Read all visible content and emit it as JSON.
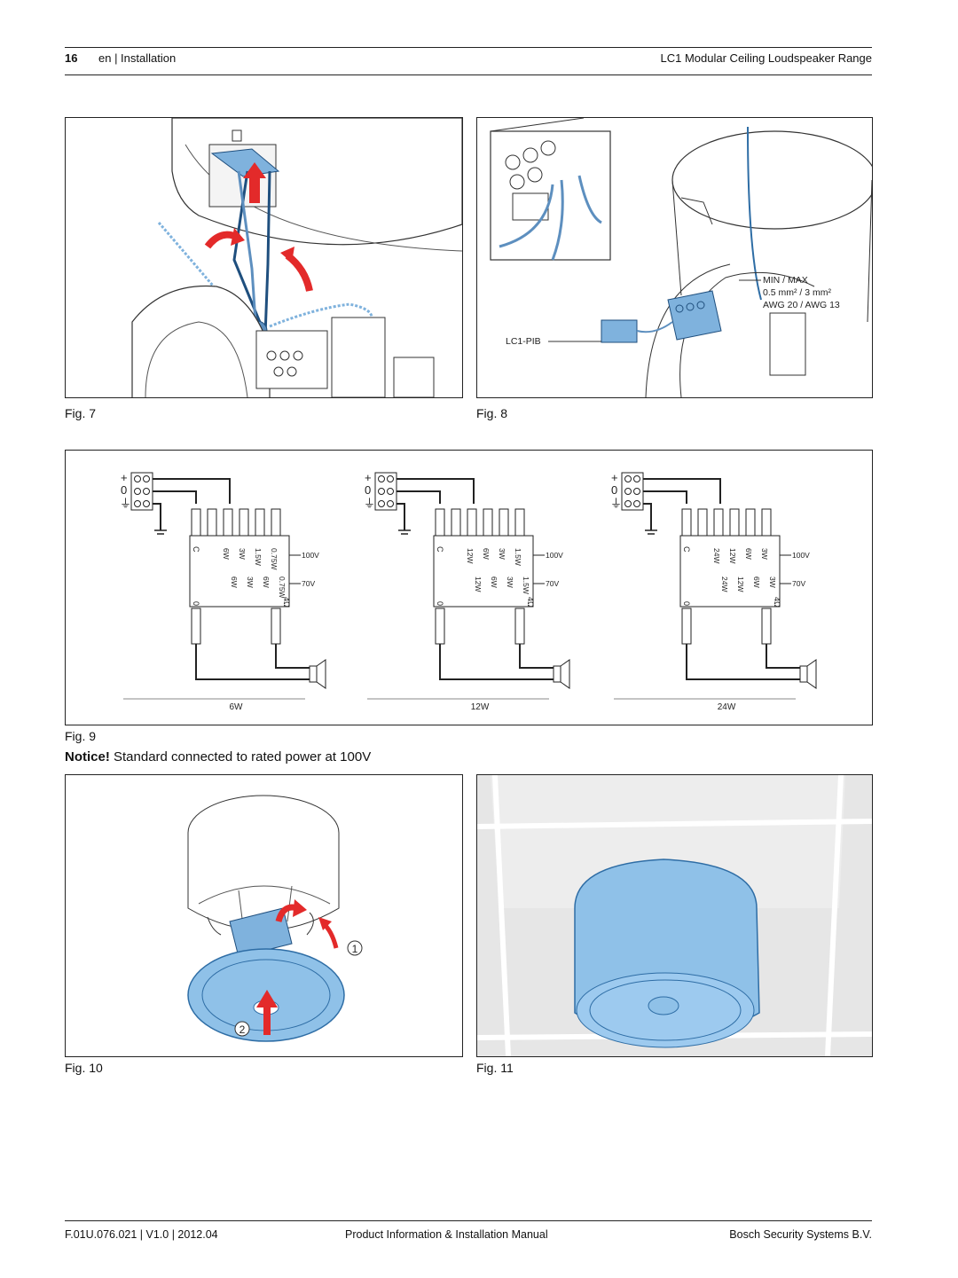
{
  "header": {
    "page_number": "16",
    "section": "en | Installation",
    "doc_title": "LC1 Modular Ceiling Loudspeaker Range"
  },
  "figures": {
    "fig7": {
      "caption": "Fig. 7"
    },
    "fig8": {
      "caption": "Fig. 8",
      "labels": [
        "MIN / MAX",
        "0.5 mm² / 3 mm²",
        "AWG 20 / AWG 13",
        "LC1-PIB"
      ]
    },
    "fig9": {
      "caption": "Fig. 9",
      "terminal_symbols": [
        "+",
        "0",
        "⏚"
      ],
      "voltage_labels": [
        "100V",
        "70V"
      ],
      "diagrams": [
        {
          "power": "6W",
          "tap_col1": [
            "6W",
            "6W"
          ],
          "tap_col2": [
            "3W",
            "3W"
          ],
          "tap_col3": [
            "1.5W",
            "6W"
          ],
          "tap_col4": [
            "0.75W",
            "0.75W"
          ]
        },
        {
          "power": "12W",
          "tap_col1": [
            "12W",
            "12W"
          ],
          "tap_col2": [
            "6W",
            "6W"
          ],
          "tap_col3": [
            "3W",
            "3W"
          ],
          "tap_col4": [
            "1.5W",
            "1.5W"
          ]
        },
        {
          "power": "24W",
          "tap_col1": [
            "24W",
            "24W"
          ],
          "tap_col2": [
            "12W",
            "12W"
          ],
          "tap_col3": [
            "6W",
            "6W"
          ],
          "tap_col4": [
            "3W",
            "3W"
          ]
        }
      ],
      "terminal_c": "C",
      "terminal_0": "0",
      "terminal_4ohm": "4Ω"
    },
    "fig10": {
      "caption": "Fig. 10",
      "step1": "1",
      "step2": "2"
    },
    "fig11": {
      "caption": "Fig. 11"
    }
  },
  "notice": {
    "label": "Notice!",
    "text": " Standard connected to rated power at 100V"
  },
  "footer": {
    "doc_id": "F.01U.076.021 | V1.0 | 2012.04",
    "doc_type": "Product Information & Installation Manual",
    "company": "Bosch Security Systems B.V."
  }
}
